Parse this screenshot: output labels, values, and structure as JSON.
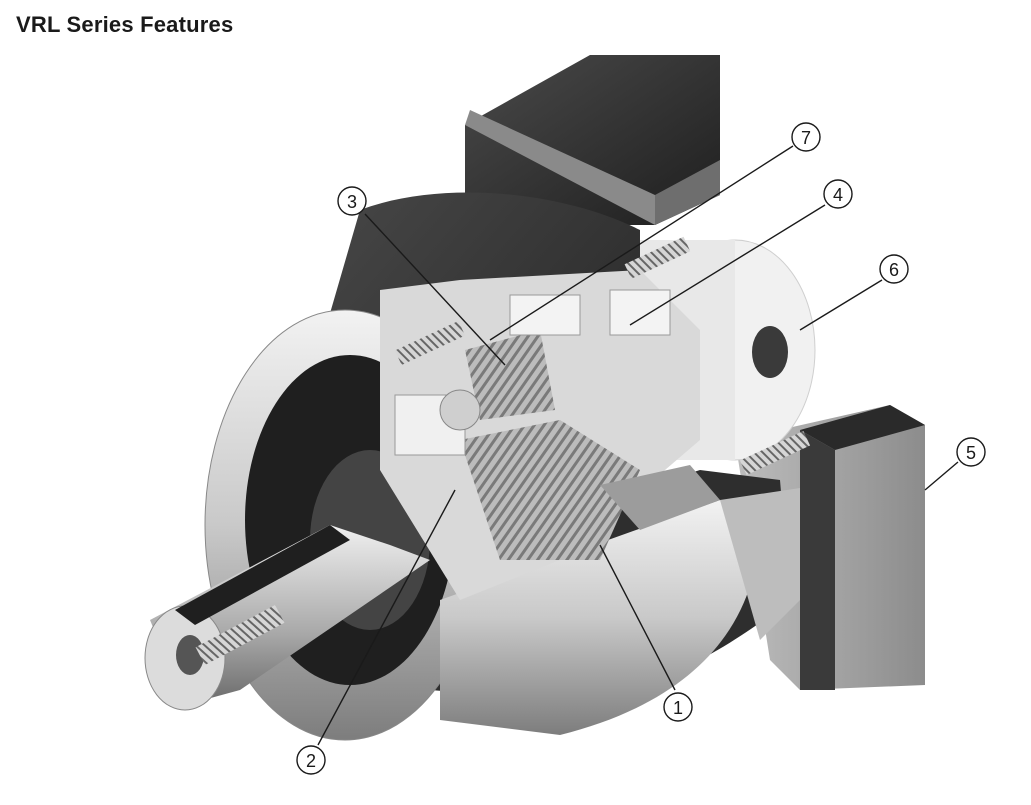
{
  "title": "VRL Series Features",
  "callouts": [
    {
      "label": "1"
    },
    {
      "label": "2"
    },
    {
      "label": "3"
    },
    {
      "label": "4"
    },
    {
      "label": "5"
    },
    {
      "label": "6"
    },
    {
      "label": "7"
    }
  ],
  "colors": {
    "dark_housing": "#2b2b2b",
    "mid_gray": "#8a8a8a",
    "light_gray": "#cfcfcf",
    "highlight": "#eeeeee"
  }
}
